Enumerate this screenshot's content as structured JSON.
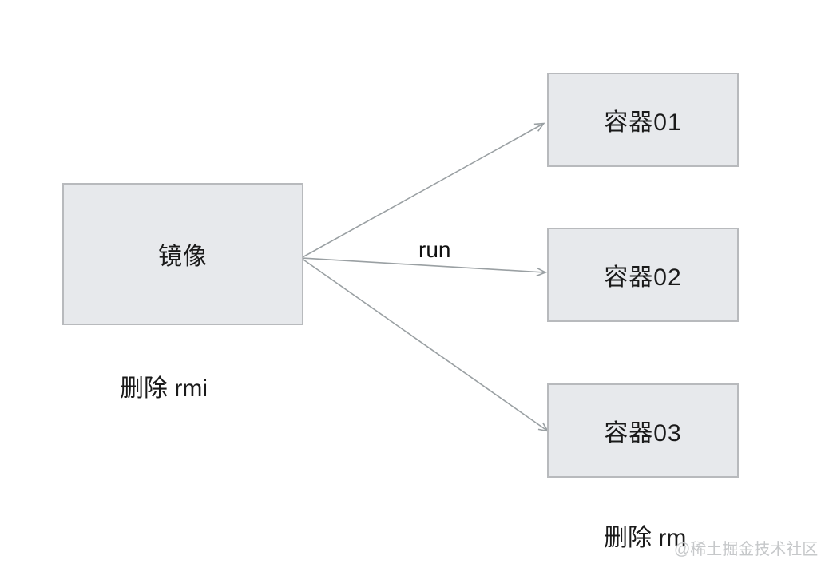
{
  "diagram": {
    "image_node": {
      "label": "镜像"
    },
    "container_nodes": [
      {
        "label": "容器01"
      },
      {
        "label": "容器02"
      },
      {
        "label": "容器03"
      }
    ],
    "edge_label": "run",
    "left_caption": "删除 rmi",
    "right_caption": "删除 rm",
    "watermark": "@稀土掘金技术社区",
    "colors": {
      "node_fill": "#e7e9ec",
      "node_border": "#b8babd",
      "arrow": "#9aa0a3",
      "text": "#1a1a1a",
      "watermark": "#c6c8ca"
    }
  }
}
